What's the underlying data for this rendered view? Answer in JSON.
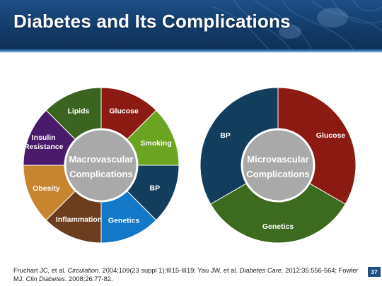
{
  "slide": {
    "title": "Diabetes and Its Complications",
    "page_number": "37"
  },
  "macro": {
    "center_line1": "Macrovascular",
    "center_line2": "Complications",
    "segments": [
      {
        "label": "Glucose",
        "color": "#8b1a12"
      },
      {
        "label": "Smoking",
        "color": "#6aa421"
      },
      {
        "label": "BP",
        "color": "#133d5c"
      },
      {
        "label": "Genetics",
        "color": "#1478c8"
      },
      {
        "label": "Inflammation",
        "color": "#6b3c1e"
      },
      {
        "label": "Obesity",
        "color": "#c88530"
      },
      {
        "label": "Insulin Resistance",
        "color": "#4a1a6b"
      },
      {
        "label": "Lipids",
        "color": "#3a6420"
      }
    ]
  },
  "micro": {
    "center_line1": "Microvascular",
    "center_line2": "Complications",
    "segments": [
      {
        "label": "Glucose",
        "color": "#8b1a12"
      },
      {
        "label": "Genetics",
        "color": "#3c6a1e"
      },
      {
        "label": "BP",
        "color": "#133d5c"
      }
    ]
  },
  "hub_color": "#a9a9a9",
  "citation": {
    "a_authors": "Fruchart JC, et al. ",
    "a_journal": "Circulation",
    "a_rest": ". 2004;109(23 suppl 1):III15-III19; Yau JW, et al. ",
    "b_journal": "Diabetes Care",
    "b_rest": ". 2012;35:556-564; Fowler MJ. ",
    "c_journal": "Clin Diabetes",
    "c_rest": ". 2008;26:77-82."
  }
}
